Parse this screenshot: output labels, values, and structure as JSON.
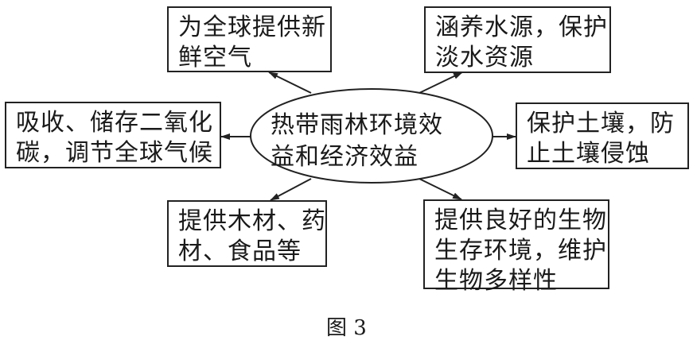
{
  "center": {
    "lines": [
      "热带雨林环境效",
      "益和经济效益"
    ]
  },
  "boxes": {
    "top_left": {
      "lines": [
        "为全球提供新",
        "鲜空气"
      ]
    },
    "top_right": {
      "lines": [
        "涵养水源，保护",
        "淡水资源"
      ]
    },
    "mid_left": {
      "lines": [
        "吸收、储存二氧化",
        "碳，调节全球气候"
      ]
    },
    "mid_right": {
      "lines": [
        "保护土壤，防",
        "止土壤侵蚀"
      ]
    },
    "bot_left": {
      "lines": [
        "提供木材、药",
        "材、食品等"
      ]
    },
    "bot_right": {
      "lines": [
        "提供良好的生物",
        "生存环境，维护",
        "生物多样性"
      ]
    }
  },
  "caption": "图 3"
}
